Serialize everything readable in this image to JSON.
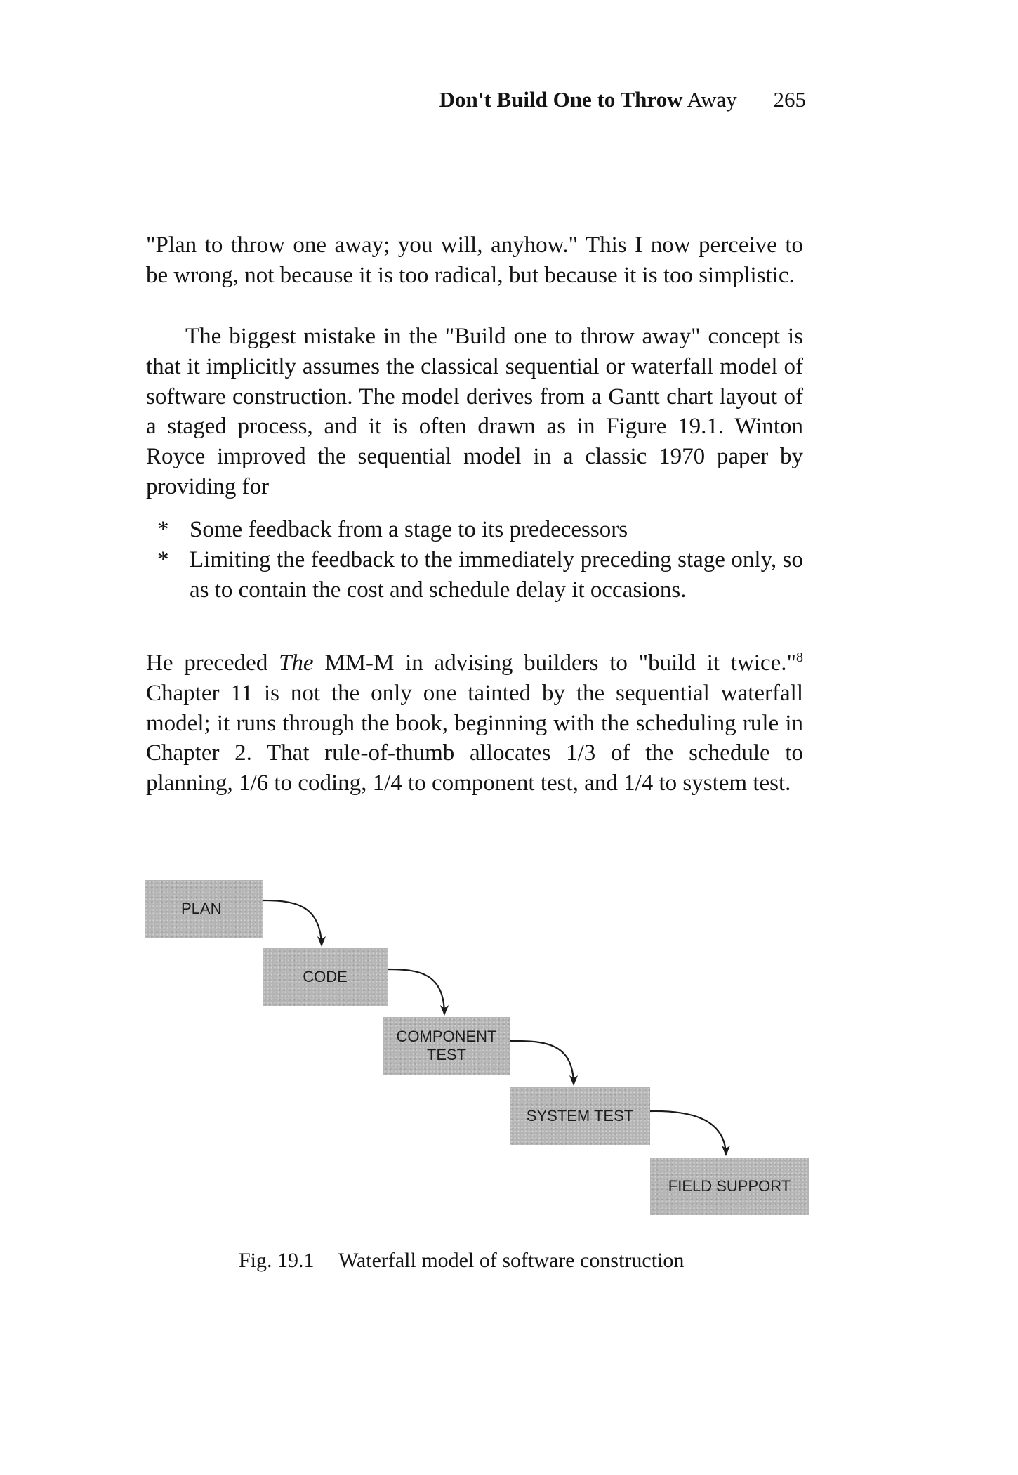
{
  "header": {
    "title_bold": "Don't Build One to Throw",
    "title_regular": "Away",
    "page_number": "265"
  },
  "paragraphs": [
    "\"Plan to throw one away; you will, anyhow.\" This I now perceive to be wrong, not because it is too radical, but because it is too simplistic.",
    "The biggest mistake in the \"Build one to throw away\" concept is that it implicitly assumes the classical sequential or waterfall model of software construction. The model derives from a Gantt chart layout of a staged process, and it is often drawn as in Figure 19.1. Winton Royce improved the sequential model in a classic 1970 paper by providing for"
  ],
  "bullets": [
    {
      "marker": "*",
      "text": "Some feedback from a stage to its predecessors"
    },
    {
      "marker": "*",
      "text": "Limiting the feedback to the immediately preceding stage only, so as to contain the cost and schedule delay it occasions."
    }
  ],
  "paragraph3": {
    "before": "He preceded ",
    "italic": "The",
    "after": " MM-M in advising builders to \"build it twice.\"",
    "footnote": "8",
    "rest": " Chapter 11 is not the only one tainted by the sequential waterfall model; it runs through the book, beginning with the scheduling rule in Chapter 2. That rule-of-thumb allocates 1/3 of the schedule to planning, 1/6 to coding, 1/4 to component test, and 1/4 to system test."
  },
  "figure": {
    "stages": [
      {
        "line1": "PLAN",
        "line2": ""
      },
      {
        "line1": "CODE",
        "line2": ""
      },
      {
        "line1": "COMPONENT",
        "line2": "TEST"
      },
      {
        "line1": "SYSTEM TEST",
        "line2": ""
      },
      {
        "line1": "FIELD SUPPORT",
        "line2": ""
      }
    ],
    "stage_color": "#b5b5b5",
    "arrow_color": "#1a1a1a",
    "caption_label": "Fig. 19.1",
    "caption_title": "Waterfall model of software construction"
  }
}
